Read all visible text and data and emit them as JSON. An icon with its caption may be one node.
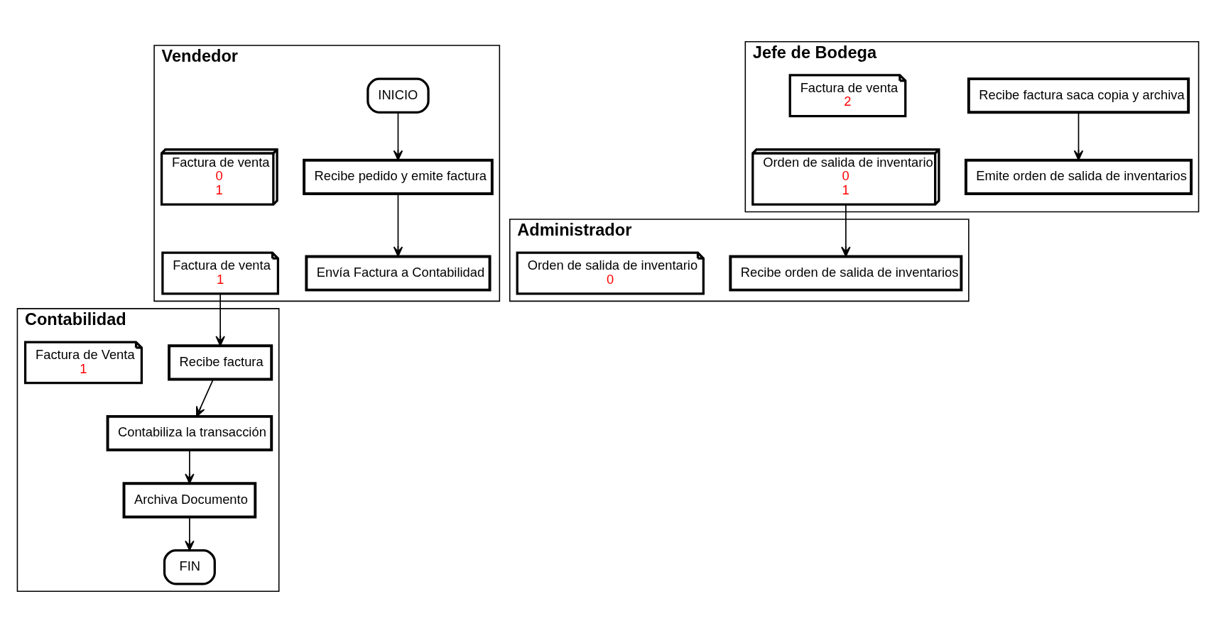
{
  "diagram": {
    "nodes": [
      {
        "text": [
          "Vendedor"
        ]
      },
      {
        "text": [
          "Jefe de Bodega"
        ]
      },
      {
        "text": [
          "Administrador"
        ]
      },
      {
        "text": [
          "Contabilidad"
        ]
      },
      {
        "text": [
          "INICIO"
        ],
        "in": 0
      },
      {
        "text": [
          "Recibe pedido y emite factura"
        ],
        "in": 0
      },
      {
        "text": [
          "Factura de venta",
          "0",
          "1"
        ],
        "in": 0
      },
      {
        "text": [
          "Envía Factura a Contabilidad"
        ],
        "in": 0
      },
      {
        "text": [
          "Factura de venta",
          "1"
        ],
        "in": 0
      },
      {
        "text": [
          "Recibe factura saca copia y archiva"
        ],
        "in": 1
      },
      {
        "text": [
          "Factura de venta",
          "2"
        ],
        "in": 1
      },
      {
        "text": [
          "Emite orden de salida de inventarios"
        ],
        "in": 1
      },
      {
        "text": [
          "Orden de salida de inventario",
          "0",
          "1"
        ],
        "in": 1
      },
      {
        "text": [
          "Recibe orden de salida de inventarios"
        ],
        "in": 2
      },
      {
        "text": [
          "Orden de salida de inventario",
          "0"
        ],
        "in": 2
      },
      {
        "text": [
          "Recibe factura"
        ],
        "in": 3
      },
      {
        "text": [
          "Factura de Venta",
          "1"
        ],
        "in": 3
      },
      {
        "text": [
          "Contabiliza la transacción"
        ],
        "in": 3
      },
      {
        "text": [
          "Archiva Documento"
        ],
        "in": 3
      },
      {
        "text": [
          "FIN"
        ],
        "in": 3
      }
    ],
    "edges": [
      {
        "from": 4,
        "to": 5,
        "arrow": "to"
      },
      {
        "from": 5,
        "to": 7,
        "arrow": "to"
      },
      {
        "from": 8,
        "to": 15,
        "arrow": "to"
      },
      {
        "from": 9,
        "to": 11,
        "arrow": "to"
      },
      {
        "from": 12,
        "to": 13,
        "arrow": "to"
      },
      {
        "from": 15,
        "to": 17,
        "arrow": "to"
      },
      {
        "from": 17,
        "to": 18,
        "arrow": "to"
      },
      {
        "from": 18,
        "to": 19,
        "arrow": "to"
      }
    ]
  }
}
